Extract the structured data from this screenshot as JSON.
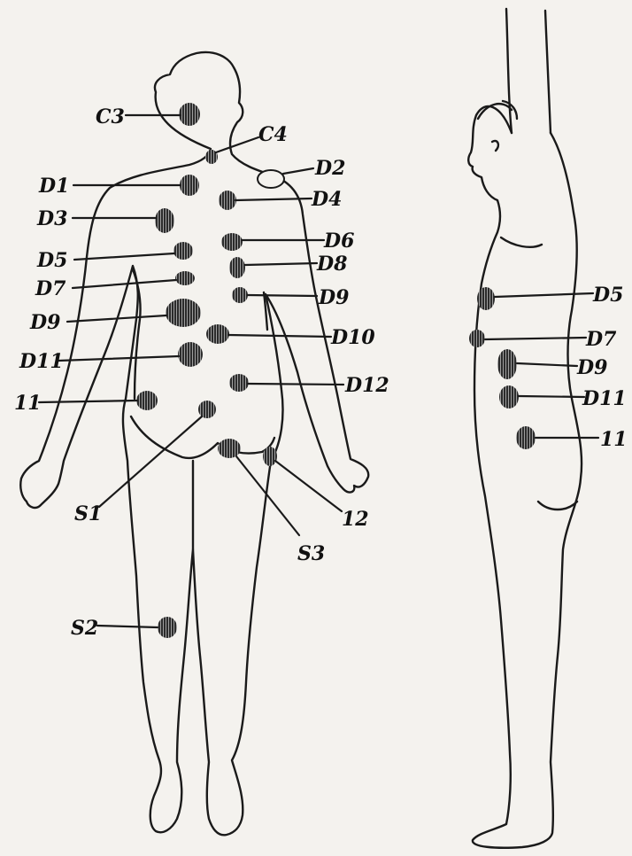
{
  "figure": {
    "back_view": {
      "labels": [
        {
          "key": "c3",
          "text": "C3"
        },
        {
          "key": "c4",
          "text": "C4"
        },
        {
          "key": "d1",
          "text": "D1"
        },
        {
          "key": "d2",
          "text": "D2"
        },
        {
          "key": "d3",
          "text": "D3"
        },
        {
          "key": "d4",
          "text": "D4"
        },
        {
          "key": "d5",
          "text": "D5"
        },
        {
          "key": "d6",
          "text": "D6"
        },
        {
          "key": "d7",
          "text": "D7"
        },
        {
          "key": "d8",
          "text": "D8"
        },
        {
          "key": "d9l",
          "text": "D9"
        },
        {
          "key": "d9r",
          "text": "D9"
        },
        {
          "key": "d10",
          "text": "D10"
        },
        {
          "key": "d11",
          "text": "D11"
        },
        {
          "key": "d12",
          "text": "D12"
        },
        {
          "key": "l1",
          "text": "11"
        },
        {
          "key": "l2",
          "text": "12"
        },
        {
          "key": "s1",
          "text": "S1"
        },
        {
          "key": "s2",
          "text": "S2"
        },
        {
          "key": "s3",
          "text": "S3"
        }
      ]
    },
    "side_view": {
      "labels": [
        {
          "key": "d5",
          "text": "D5"
        },
        {
          "key": "d7",
          "text": "D7"
        },
        {
          "key": "d9",
          "text": "D9"
        },
        {
          "key": "d11",
          "text": "D11"
        },
        {
          "key": "l1",
          "text": "11"
        }
      ]
    }
  }
}
